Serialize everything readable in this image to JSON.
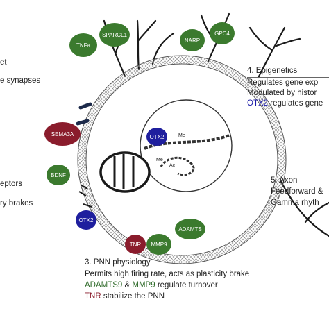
{
  "colors": {
    "green": "#3b7a2e",
    "red": "#8a1c2c",
    "blue": "#1f1f9e",
    "navy": "#1c2a4a",
    "text_blue": "#1a1aa8",
    "text_green": "#2f6b2a",
    "text_red": "#8a1c2c"
  },
  "badges": {
    "tnfa": "TNFa",
    "sparcl1": "SPARCL1",
    "narp": "NARP",
    "gpc4": "GPC4",
    "sema3a": "SEMA3A",
    "bdnf": "BDNF",
    "otx2_outer": "OTX2",
    "otx2_nucleus": "OTX2",
    "tnr": "TNR",
    "mmp9": "MMP9",
    "adamts": "ADAMTS"
  },
  "nucleus": {
    "me_top": "Me",
    "me_bottom": "Me",
    "ac": "Ac"
  },
  "left_text": {
    "line1": "et",
    "line2": "e synapses",
    "line3": "eptors",
    "line4": "ry brakes"
  },
  "epigenetics": {
    "heading": "4. Epigenetics",
    "line1": "Regulates gene exp",
    "line2": "Modulated by histor",
    "line3_gene": "OTX2",
    "line3_rest": " regulates gene"
  },
  "axon": {
    "heading": "5. Axon",
    "line1": "Feedforward &",
    "line2": "Gamma rhyth"
  },
  "pnn": {
    "heading": "3. PNN physiology",
    "line1": "Permits high firing rate, acts as plasticity brake",
    "line2_a": "ADAMTS9",
    "line2_b": " & ",
    "line2_c": "MMP9",
    "line2_d": " regulate turnover",
    "line3_a": "TNR",
    "line3_b": " stabilize the PNN"
  }
}
